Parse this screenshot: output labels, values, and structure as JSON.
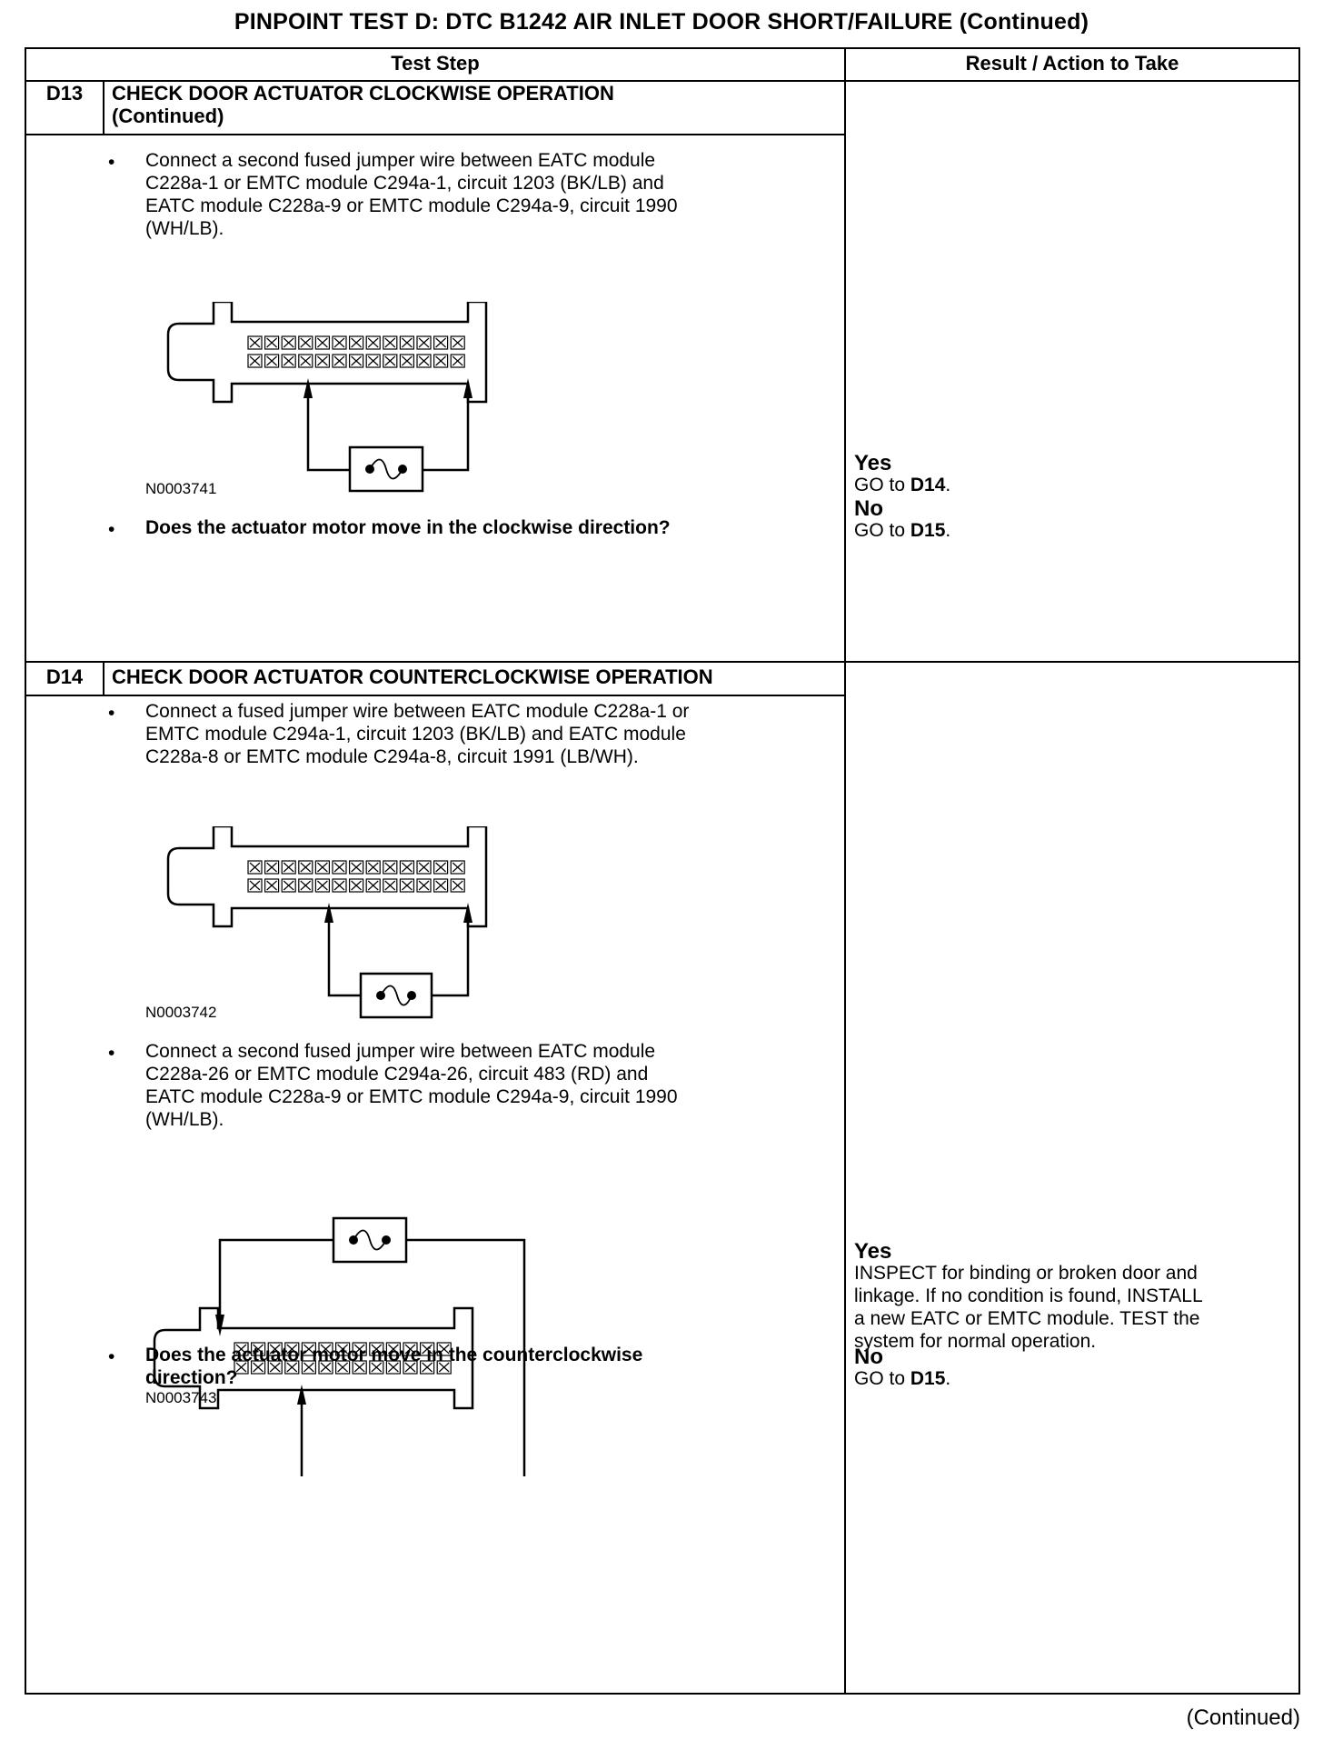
{
  "title": "PINPOINT TEST  D: DTC B1242 AIR INLET DOOR SHORT/FAILURE (Continued)",
  "table": {
    "col_headers": [
      "Test Step",
      "Result / Action to Take"
    ]
  },
  "steps": [
    {
      "id": "D13",
      "title_line1": "CHECK DOOR ACTUATOR CLOCKWISE OPERATION",
      "title_line2": "(Continued)",
      "bullet1_lines": [
        "Connect a second fused jumper wire between EATC module",
        "C228a-1 or EMTC module C294a-1, circuit 1203 (BK/LB) and",
        "EATC module C228a-9 or EMTC module  C294a-9, circuit 1990",
        "(WH/LB)."
      ],
      "figure_id": "N0003741",
      "question": "Does the actuator motor move in the clockwise direction?",
      "yes_label": "Yes",
      "yes_action_prefix": "GO to ",
      "yes_target": "D14",
      "no_label": "No",
      "no_action_prefix": "GO to ",
      "no_target": "D15"
    },
    {
      "id": "D14",
      "title_line1": "CHECK DOOR ACTUATOR COUNTERCLOCKWISE OPERATION",
      "bullet1_lines": [
        "Connect a fused jumper wire between EATC module C228a-1 or",
        "EMTC module C294a-1, circuit 1203 (BK/LB) and EATC module",
        "C228a-8 or EMTC module  C294a-8, circuit 1991 (LB/WH)."
      ],
      "figure1_id": "N0003742",
      "bullet2_lines": [
        "Connect a second fused jumper wire between EATC module",
        "C228a-26 or EMTC module C294a-26, circuit 483 (RD) and",
        "EATC module C228a-9 or EMTC module  C294a-9, circuit 1990",
        "(WH/LB)."
      ],
      "figure2_id": "N0003743",
      "question_lines": [
        "Does the actuator motor move in the counterclockwise",
        "direction?"
      ],
      "yes_label": "Yes",
      "yes_action_lines": [
        "INSPECT for binding or broken door and",
        "linkage. If no condition is found, INSTALL",
        "a new EATC or EMTC module. TEST the",
        "system for normal operation."
      ],
      "no_label": "No",
      "no_action_prefix": "GO to ",
      "no_target": "D15"
    }
  ],
  "footer": "(Continued)"
}
